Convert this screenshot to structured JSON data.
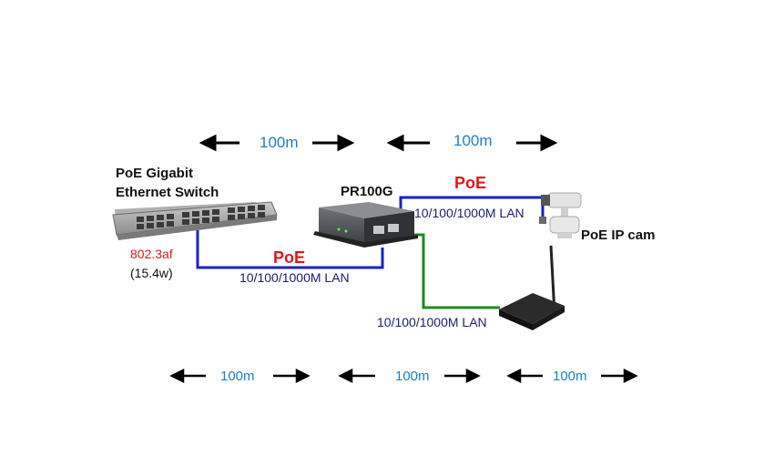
{
  "distance_top": [
    "100m",
    "100m"
  ],
  "distance_bottom": [
    "100m",
    "100m",
    "100m"
  ],
  "switch": {
    "line1": "PoE Gigabit",
    "line2": "Ethernet Switch",
    "standard": "802.3af",
    "power": "(15.4w)"
  },
  "extender": {
    "name": "PR100G"
  },
  "camera": {
    "name": "PoE IP cam"
  },
  "links": {
    "poe_label": "PoE",
    "lan_label": "10/100/1000M LAN"
  },
  "colors": {
    "poe_cable": "#1a22c8",
    "lan_cable": "#1f8a1f",
    "distance_text": "#1a7fd0",
    "poe_text": "#e01818"
  }
}
